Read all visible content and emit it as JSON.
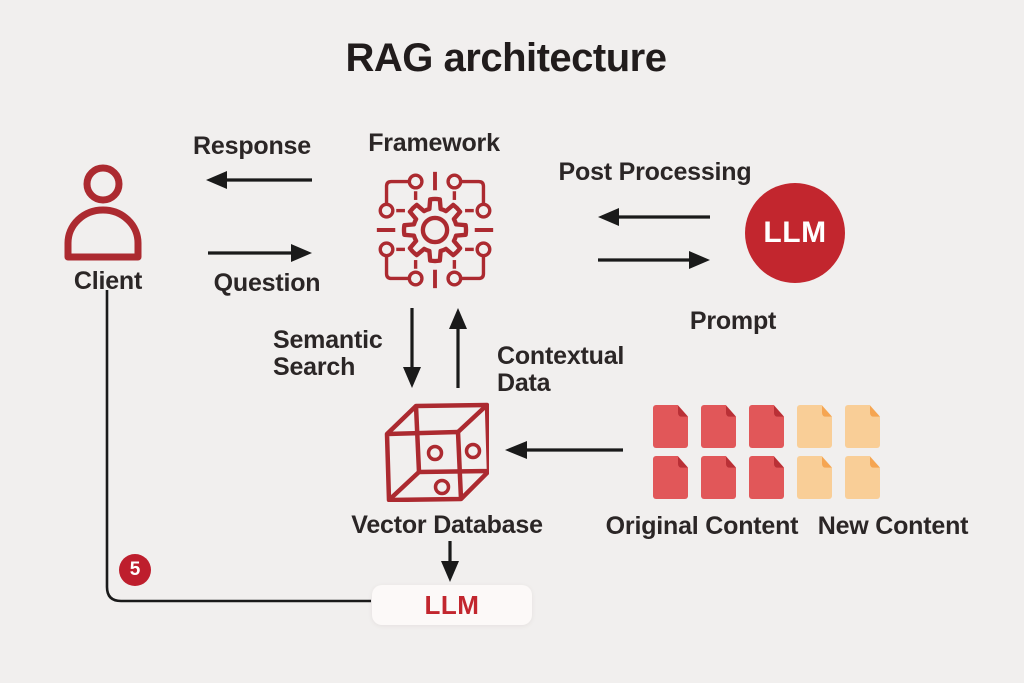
{
  "title": "RAG architecture",
  "colors": {
    "primary_red": "#AC2A30",
    "llm_red": "#C2262E",
    "badge_red": "#BE1E2D",
    "doc_red": "#E15759",
    "doc_red_fold": "#B93036",
    "doc_orange": "#F9CE97",
    "doc_orange_fold": "#F5A552",
    "arrow_black": "#1A1A1A",
    "text_dark": "#2B2626",
    "title_dark": "#211C1C",
    "box_bg": "#FCF9F8"
  },
  "icons": {
    "client": "person-icon",
    "framework": "gear-network-icon",
    "vector_database": "cube-icon",
    "content": "file-icon"
  },
  "nodes": {
    "client": {
      "label": "Client"
    },
    "framework": {
      "label": "Framework"
    },
    "llm": {
      "label": "LLM"
    },
    "vector_database": {
      "label": "Vector Database"
    },
    "llm_box": {
      "label": "LLM"
    },
    "step_badge": {
      "value": "5"
    }
  },
  "flows": {
    "response": {
      "label": "Response"
    },
    "question": {
      "label": "Question"
    },
    "post_processing": {
      "label": "Post Processing"
    },
    "prompt": {
      "label": "Prompt"
    },
    "semantic_search": {
      "line1": "Semantic",
      "line2": "Search"
    },
    "contextual_data": {
      "line1": "Contextual",
      "line2": "Data"
    }
  },
  "content_sources": {
    "original": {
      "label": "Original Content",
      "doc_count": 6
    },
    "new": {
      "label": "New Content",
      "doc_count": 4
    }
  }
}
